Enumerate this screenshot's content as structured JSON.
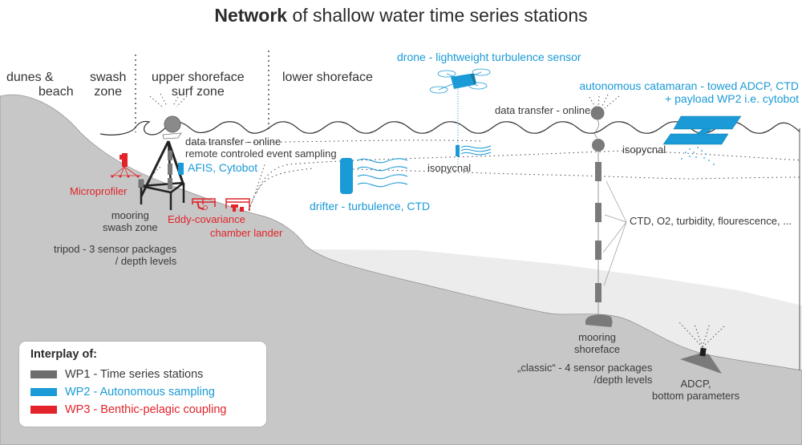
{
  "title": {
    "bold": "Network",
    "rest": " of shallow water time series stations"
  },
  "zones": [
    {
      "id": "dunes",
      "lines": [
        "dunes &",
        "beach"
      ]
    },
    {
      "id": "swash",
      "lines": [
        "swash",
        "zone"
      ]
    },
    {
      "id": "upper-shoreface",
      "lines": [
        "upper shoreface",
        "surf zone"
      ]
    },
    {
      "id": "lower-shoreface",
      "lines": [
        "lower shoreface"
      ]
    }
  ],
  "labels": {
    "drone": "drone - lightweight turbulence sensor",
    "catamaran_line1": "autonomous catamaran - towed ADCP, CTD",
    "catamaran_line2": "+ payload WP2 i.e. cytobot",
    "data_transfer_right": "data transfer - online",
    "data_transfer_left_line1": "data transfer - online",
    "data_transfer_left_line2": "remote controled event sampling",
    "afis": "AFIS, Cytobot",
    "microprofiler": "Microprofiler",
    "mooring_swash_line1": "mooring",
    "mooring_swash_line2": "swash zone",
    "eddy": "Eddy-covariance",
    "chamber": "chamber lander",
    "tripod_line1": "tripod - 3 sensor packages",
    "tripod_line2": "/ depth levels",
    "drifter": "drifter - turbulence, CTD",
    "isopycnal_1": "isopycnal",
    "isopycnal_2": "isopycnal",
    "sensors": "CTD, O2, turbidity, flourescence, ...",
    "mooring_shore_line1": "mooring",
    "mooring_shore_line2": "shoreface",
    "classic_line1": "„classic“ - 4 sensor packages",
    "classic_line2": "/depth levels",
    "adcp_line1": "ADCP,",
    "adcp_line2": "bottom parameters"
  },
  "legend": {
    "title": "Interplay of:",
    "items": [
      {
        "label": "WP1 - Time series stations",
        "color": "#6e6e6e",
        "text_color": "#3a3a3a"
      },
      {
        "label": "WP2 - Autonomous sampling",
        "color": "#1a9ad6",
        "text_color": "#1a9ad6"
      },
      {
        "label": "WP3 - Benthic-pelagic coupling",
        "color": "#e2232a",
        "text_color": "#e2232a"
      }
    ]
  },
  "colors": {
    "seabed": "#c6c7c6",
    "shelf": "#ebeceb",
    "wp1_gray": "#6e6e6e",
    "wp2_blue": "#1a9ad6",
    "wp3_red": "#e2232a"
  }
}
